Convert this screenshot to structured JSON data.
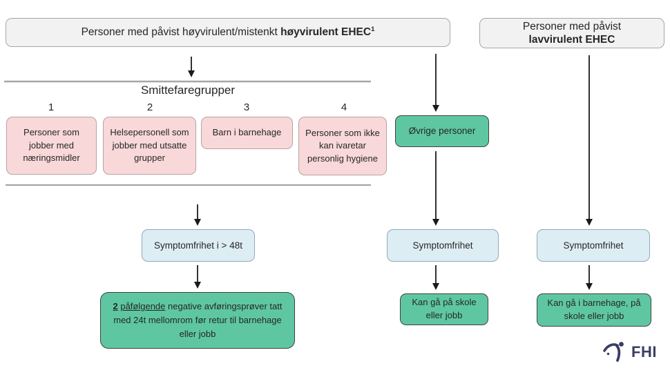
{
  "top": {
    "left_box": {
      "normal": "Personer med påvist høyvirulent/mistenkt ",
      "bold": "høyvirulent EHEC",
      "superscript": "1"
    },
    "right_box": {
      "line1": "Personer med påvist",
      "line2_bold": "lavvirulent EHEC"
    }
  },
  "groups": {
    "heading": "Smittefaregrupper",
    "items": [
      {
        "number": "1",
        "label": "Personer som jobber med næringsmidler"
      },
      {
        "number": "2",
        "label": "Helsepersonell som jobber med utsatte grupper"
      },
      {
        "number": "3",
        "label": "Barn i barnehage"
      },
      {
        "number": "4",
        "label": "Personer som ikke kan ivaretar personlig hygiene"
      }
    ]
  },
  "ovrige": {
    "label": "Øvrige personer"
  },
  "flow": {
    "left": {
      "condition": "Symptomfrihet i > 48t",
      "outcome_bold_underline": "2",
      "outcome_underline": "påfølgende",
      "outcome_rest": "negative avføringsprøver tatt med 24t mellomrom før retur til barnehage eller jobb"
    },
    "middle": {
      "condition": "Symptomfrihet",
      "outcome": "Kan gå på skole eller jobb"
    },
    "right": {
      "condition": "Symptomfrihet",
      "outcome": "Kan gå i barnehage, på skole eller jobb"
    }
  },
  "logo": {
    "text": "FHI"
  },
  "colors": {
    "box_gray": "#f2f2f2",
    "box_pink": "#f8d8d8",
    "box_green": "#5ec7a2",
    "box_blue": "#ddedf4",
    "divider_gray": "#a6a6a6",
    "arrow_black": "#1a1a1a",
    "logo_navy": "#3a3e63"
  }
}
